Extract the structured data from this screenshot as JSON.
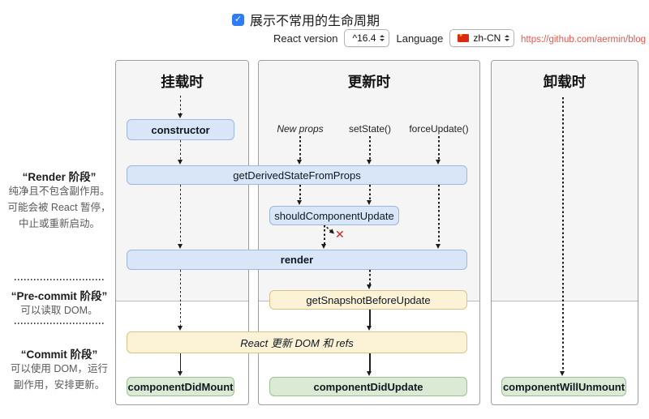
{
  "header": {
    "checkbox_label": "展示不常用的生命周期",
    "checkbox_checked": true,
    "react_version_label": "React version",
    "react_version_value": "^16.4",
    "language_label": "Language",
    "language_value": "zh-CN",
    "repo_link": "https://github.com/aermin/blog"
  },
  "legend": {
    "render": {
      "title": "“Render 阶段”",
      "line1": "纯净且不包含副作用。",
      "line2": "可能会被 React 暂停，",
      "line3": "中止或重新启动。"
    },
    "precommit": {
      "title": "“Pre-commit 阶段”",
      "line1": "可以读取 DOM。"
    },
    "commit": {
      "title": "“Commit 阶段”",
      "line1": "可以使用 DOM，运行",
      "line2": "副作用，安排更新。"
    }
  },
  "columns": {
    "mounting_title": "挂载时",
    "updating_title": "更新时",
    "unmounting_title": "卸载时"
  },
  "triggers": {
    "new_props": "New props",
    "set_state": "setState()",
    "force_update": "forceUpdate()"
  },
  "nodes": {
    "constructor": "constructor",
    "get_derived_state_from_props": "getDerivedStateFromProps",
    "should_component_update": "shouldComponentUpdate",
    "render": "render",
    "get_snapshot_before_update": "getSnapshotBeforeUpdate",
    "react_updates_dom": "React 更新 DOM 和 refs",
    "component_did_mount": "componentDidMount",
    "component_did_update": "componentDidUpdate",
    "component_will_unmount": "componentWillUnmount"
  },
  "icons": {
    "check": "✓",
    "cancel_cross": "✕",
    "cn_flag_star": "★",
    "select_stepper": "up-down-arrows"
  },
  "colors": {
    "checkbox_accent": "#2f7cf6",
    "link": "#e8584e",
    "node_blue_bg": "#d8e6f8",
    "node_blue_border": "#9db8dd",
    "node_yellow_bg": "#fcf3d7",
    "node_yellow_border": "#d9c289",
    "node_green_bg": "#dbead5",
    "node_green_border": "#9fbf94",
    "cancel_red": "#d3241c",
    "flag_red": "#de2910",
    "panel_section_gray": "#f5f5f5"
  }
}
